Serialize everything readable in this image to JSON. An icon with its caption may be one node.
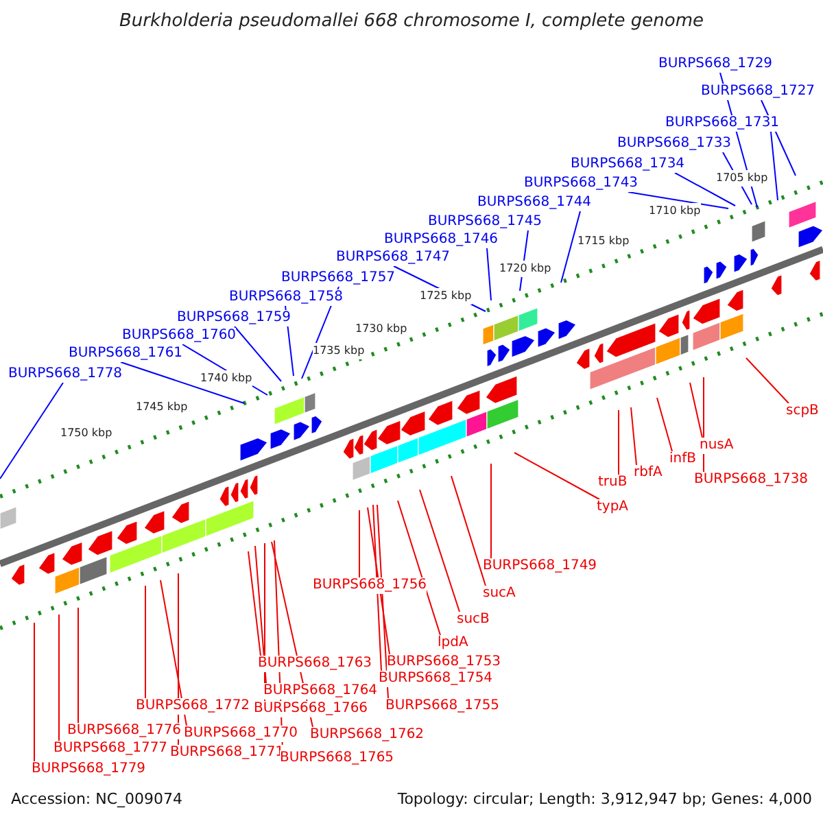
{
  "diagram": {
    "title": "Burkholderia pseudomallei 668 chromosome I, complete genome",
    "nodes": [
      {
        "text": [
          "BURPS668_1729"
        ]
      },
      {
        "text": [
          "BURPS668_1727"
        ]
      },
      {
        "text": [
          "BURPS668_1731"
        ]
      },
      {
        "text": [
          "BURPS668_1733"
        ]
      },
      {
        "text": [
          "BURPS668_1734"
        ]
      },
      {
        "text": [
          "BURPS668_1743"
        ]
      },
      {
        "text": [
          "BURPS668_1744"
        ]
      },
      {
        "text": [
          "BURPS668_1745"
        ]
      },
      {
        "text": [
          "BURPS668_1746"
        ]
      },
      {
        "text": [
          "BURPS668_1747"
        ]
      },
      {
        "text": [
          "BURPS668_1757"
        ]
      },
      {
        "text": [
          "BURPS668_1758"
        ]
      },
      {
        "text": [
          "BURPS668_1759"
        ]
      },
      {
        "text": [
          "BURPS668_1760"
        ]
      },
      {
        "text": [
          "BURPS668_1761"
        ]
      },
      {
        "text": [
          "BURPS668_1778"
        ]
      },
      {
        "text": [
          "scpB"
        ]
      },
      {
        "text": [
          "nusA"
        ]
      },
      {
        "text": [
          "infB"
        ]
      },
      {
        "text": [
          "rbfA"
        ]
      },
      {
        "text": [
          "BURPS668_1738"
        ]
      },
      {
        "text": [
          "truB"
        ]
      },
      {
        "text": [
          "typA"
        ]
      },
      {
        "text": [
          "BURPS668_1749"
        ]
      },
      {
        "text": [
          "BURPS668_1756"
        ]
      },
      {
        "text": [
          "sucA"
        ]
      },
      {
        "text": [
          "sucB"
        ]
      },
      {
        "text": [
          "lpdA"
        ]
      },
      {
        "text": [
          "BURPS668_1763"
        ]
      },
      {
        "text": [
          "BURPS668_1753"
        ]
      },
      {
        "text": [
          "BURPS668_1754"
        ]
      },
      {
        "text": [
          "BURPS668_1764"
        ]
      },
      {
        "text": [
          "BURPS668_1772"
        ]
      },
      {
        "text": [
          "BURPS668_1766"
        ]
      },
      {
        "text": [
          "BURPS668_1755"
        ]
      },
      {
        "text": [
          "BURPS668_1776"
        ]
      },
      {
        "text": [
          "BURPS668_1770"
        ]
      },
      {
        "text": [
          "BURPS668_1762"
        ]
      },
      {
        "text": [
          "BURPS668_1777"
        ]
      },
      {
        "text": [
          "BURPS668_1771"
        ]
      },
      {
        "text": [
          "BURPS668_1765"
        ]
      },
      {
        "text": [
          "BURPS668_1779"
        ]
      }
    ],
    "edges": [
      {
        "from": 0,
        "to": null,
        "arrow": "none",
        "color": "#0000ff"
      },
      {
        "from": 1,
        "to": null,
        "arrow": "none",
        "color": "#0000ff"
      },
      {
        "from": 2,
        "to": null,
        "arrow": "none",
        "color": "#0000ff"
      },
      {
        "from": 3,
        "to": null,
        "arrow": "none",
        "color": "#0000ff"
      },
      {
        "from": 4,
        "to": null,
        "arrow": "none",
        "color": "#0000ff"
      },
      {
        "from": 5,
        "to": null,
        "arrow": "none",
        "color": "#0000ff"
      },
      {
        "from": 6,
        "to": null,
        "arrow": "none",
        "color": "#0000ff"
      },
      {
        "from": 7,
        "to": null,
        "arrow": "none",
        "color": "#0000ff"
      },
      {
        "from": 8,
        "to": null,
        "arrow": "none",
        "color": "#0000ff"
      },
      {
        "from": 9,
        "to": null,
        "arrow": "none",
        "color": "#0000ff"
      },
      {
        "from": 10,
        "to": null,
        "arrow": "none",
        "color": "#0000ff"
      },
      {
        "from": 11,
        "to": null,
        "arrow": "none",
        "color": "#0000ff"
      },
      {
        "from": 12,
        "to": null,
        "arrow": "none",
        "color": "#0000ff"
      },
      {
        "from": 13,
        "to": null,
        "arrow": "none",
        "color": "#0000ff"
      },
      {
        "from": 14,
        "to": null,
        "arrow": "none",
        "color": "#0000ff"
      },
      {
        "from": 15,
        "to": null,
        "arrow": "none",
        "color": "#0000ff"
      },
      {
        "from": 16,
        "to": null,
        "arrow": "none"
      },
      {
        "from": 17,
        "to": null,
        "arrow": "none"
      },
      {
        "from": 18,
        "to": null,
        "arrow": "none"
      },
      {
        "from": 19,
        "to": null,
        "arrow": "none"
      },
      {
        "from": 20,
        "to": null,
        "arrow": "none"
      },
      {
        "from": 21,
        "to": null,
        "arrow": "none"
      },
      {
        "from": 22,
        "to": null,
        "arrow": "none"
      },
      {
        "from": 23,
        "to": null,
        "arrow": "none"
      },
      {
        "from": 24,
        "to": null,
        "arrow": "none"
      },
      {
        "from": 25,
        "to": null,
        "arrow": "none"
      },
      {
        "from": 26,
        "to": null,
        "arrow": "none"
      },
      {
        "from": 27,
        "to": null,
        "arrow": "none"
      },
      {
        "from": 28,
        "to": null,
        "arrow": "none"
      },
      {
        "from": 29,
        "to": null,
        "arrow": "none"
      },
      {
        "from": 30,
        "to": null,
        "arrow": "none"
      },
      {
        "from": 31,
        "to": null,
        "arrow": "none"
      },
      {
        "from": 32,
        "to": null,
        "arrow": "none"
      },
      {
        "from": 33,
        "to": null,
        "arrow": "none"
      },
      {
        "from": 34,
        "to": null,
        "arrow": "none"
      },
      {
        "from": 35,
        "to": null,
        "arrow": "none"
      },
      {
        "from": 36,
        "to": null,
        "arrow": "none"
      },
      {
        "from": 37,
        "to": null,
        "arrow": "none"
      },
      {
        "from": 38,
        "to": null,
        "arrow": "none"
      },
      {
        "from": 39,
        "to": null,
        "arrow": "none"
      },
      {
        "from": 40,
        "to": null,
        "arrow": "none"
      },
      {
        "from": 41,
        "to": null,
        "arrow": "none"
      }
    ],
    "labels": [
      "1705 kbp",
      "1710 kbp",
      "1715 kbp",
      "1720 kbp",
      "1725 kbp",
      "1730 kbp",
      "1735 kbp",
      "1740 kbp",
      "1745 kbp",
      "1750 kbp",
      "Accession: NC_009074",
      "Topology: circular; Length: 3,912,947 bp; Genes: 4,000"
    ]
  }
}
